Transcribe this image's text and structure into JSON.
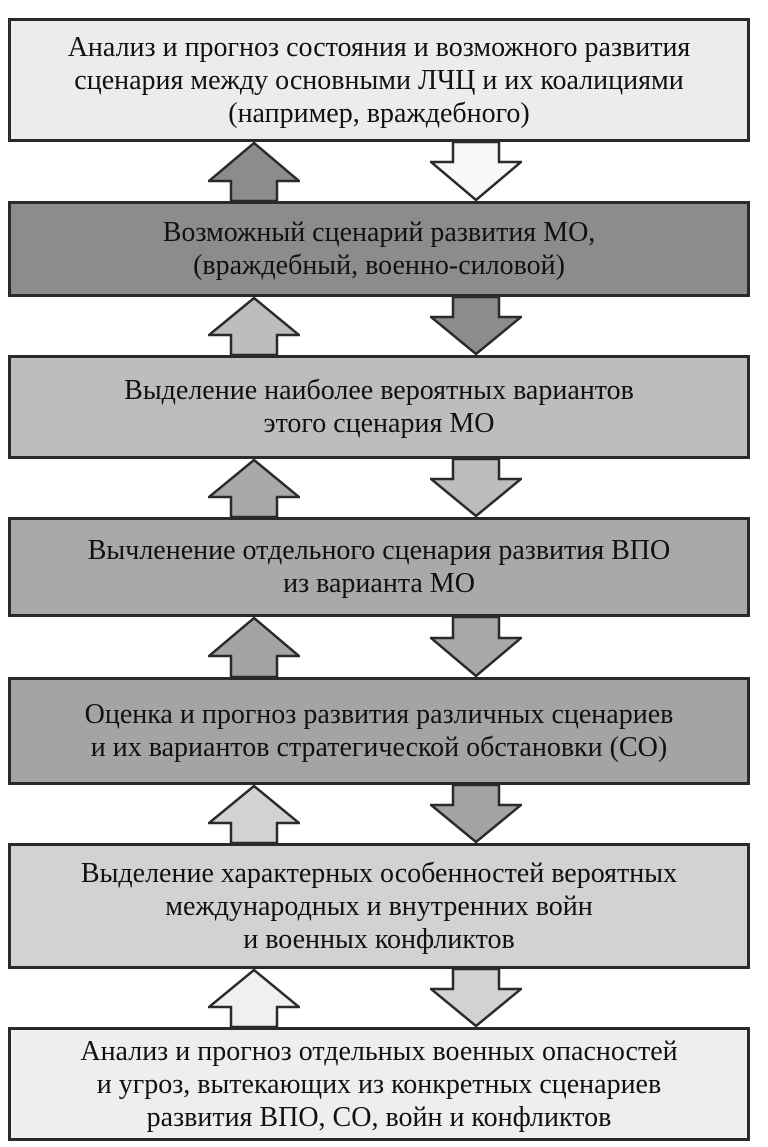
{
  "diagram": {
    "boxes": [
      {
        "lines": [
          "Анализ и прогноз состояния и возможного развития",
          "сценария между основными ЛЧЦ и их коалициями",
          "(например, враждебного)"
        ],
        "fill": "#ececec"
      },
      {
        "lines": [
          "Возможный сценарий развития МО,",
          "(враждебный, военно-силовой)"
        ],
        "fill": "#8c8c8c"
      },
      {
        "lines": [
          "Выделение наиболее вероятных вариантов",
          "этого сценария МО"
        ],
        "fill": "#bdbdbd"
      },
      {
        "lines": [
          "Вычленение отдельного сценария развития ВПО",
          "из варианта МО"
        ],
        "fill": "#a9a9a9"
      },
      {
        "lines": [
          "Оценка и прогноз развития различных сценариев",
          "и их вариантов стратегической обстановки (СО)"
        ],
        "fill": "#a4a4a4"
      },
      {
        "lines": [
          "Выделение характерных особенностей вероятных",
          "международных и внутренних войн",
          "и военных конфликтов"
        ],
        "fill": "#d2d2d2"
      },
      {
        "lines": [
          "Анализ и прогноз отдельных военных опасностей",
          "и угроз, вытекающих из конкретных сценариев",
          "развития ВПО, СО, войн и конфликтов"
        ],
        "fill": "#eeeeee"
      }
    ],
    "connectors": [
      {
        "down_arrow_fill": "#f8f8f8",
        "up_arrow_fill": "#8c8c8c"
      },
      {
        "down_arrow_fill": "#8c8c8c",
        "up_arrow_fill": "#bdbdbd"
      },
      {
        "down_arrow_fill": "#bdbdbd",
        "up_arrow_fill": "#a9a9a9"
      },
      {
        "down_arrow_fill": "#a9a9a9",
        "up_arrow_fill": "#a4a4a4"
      },
      {
        "down_arrow_fill": "#a4a4a4",
        "up_arrow_fill": "#d2d2d2"
      },
      {
        "down_arrow_fill": "#d2d2d2",
        "up_arrow_fill": "#f0f0f0"
      }
    ],
    "border_color": "#2a2a2a",
    "text_color": "#111111"
  }
}
